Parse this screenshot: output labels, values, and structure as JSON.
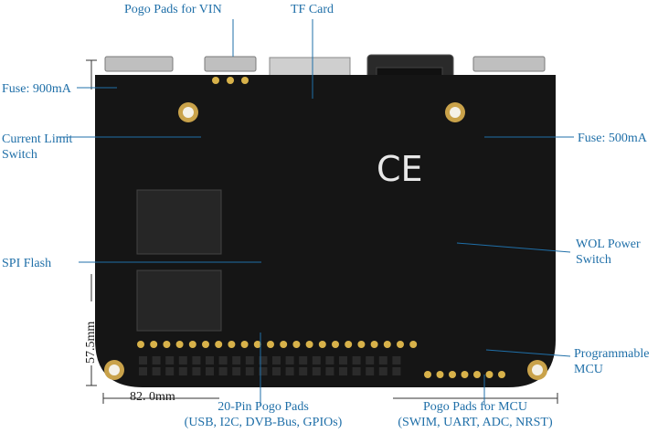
{
  "labels": {
    "pogo_vin": "Pogo Pads for VIN",
    "tf_card": "TF Card",
    "fuse_900": "Fuse: 900mA",
    "current_limit": "Current Limit\nSwitch",
    "fuse_500": "Fuse: 500mA",
    "spi_flash": "SPI Flash",
    "wol_power": "WOL Power\nSwitch",
    "prog_mcu": "Programmable\nMCU",
    "pogo_20pin": "20-Pin Pogo Pads\n(USB, I2C, DVB-Bus, GPIOs)",
    "pogo_mcu": "Pogo Pads for MCU\n(SWIM, UART, ADC, NRST)"
  },
  "dimensions": {
    "width": "82. 0mm",
    "height": "57.5mm"
  },
  "board_marks": {
    "ce": "CE"
  },
  "colors": {
    "label": "#1f6fa8",
    "board": "#151515",
    "pad": "#d8b24a"
  }
}
